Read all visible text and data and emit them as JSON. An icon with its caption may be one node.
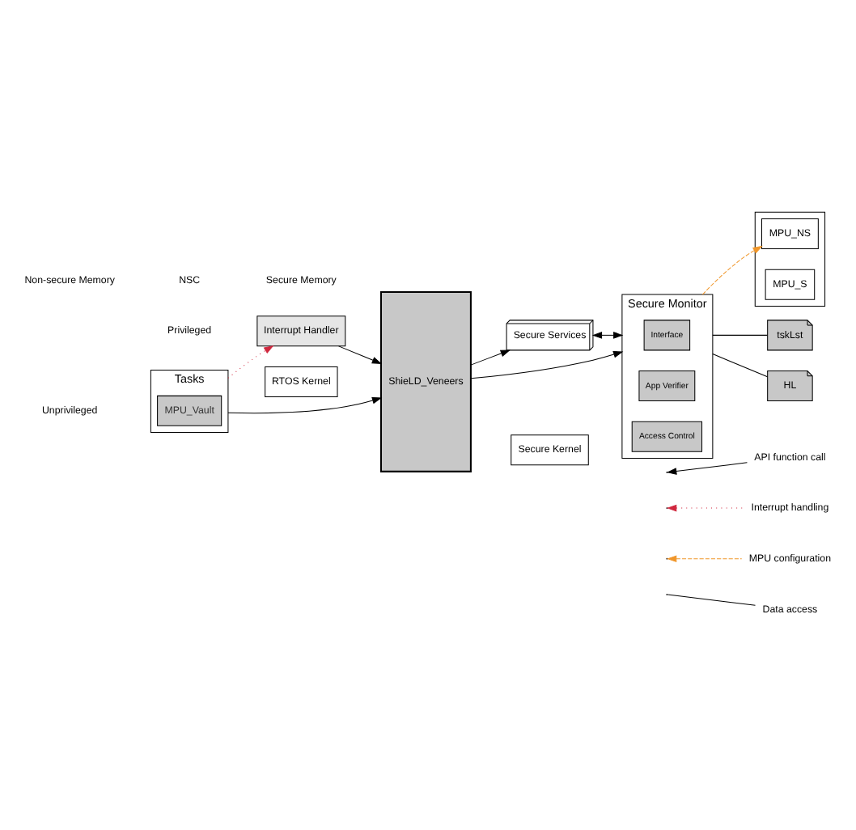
{
  "diagram": {
    "nodes": [
      {
        "text": [
          "Tasks"
        ]
      },
      {
        "text": [
          "MPU_Vault"
        ],
        "in": 0
      },
      {
        "text": [
          "ShieLD_Veneers"
        ]
      },
      {
        "text": [
          "Secure Services"
        ]
      },
      {
        "text": [
          "Interrupt Handler"
        ]
      },
      {
        "text": [
          "Secure Monitor"
        ]
      },
      {
        "text": [
          "Interface"
        ],
        "in": 5
      },
      {
        "text": [
          "App Verifier"
        ],
        "in": 5
      },
      {
        "text": [
          "Access Control"
        ],
        "in": 5
      },
      {
        "text": [
          "tskLst"
        ]
      },
      {
        "text": [
          "HL"
        ]
      },
      {
        "text": [
          "RTOS Kernel"
        ]
      },
      {
        "text": [
          "Secure Kernel"
        ]
      },
      {
        "text": [],
        "shape": "box"
      },
      {
        "text": [
          "MPU_NS"
        ],
        "in": 13
      },
      {
        "text": [
          "MPU_S"
        ],
        "in": 13
      }
    ],
    "edges": [
      {
        "from": 0,
        "to": 2,
        "arrow": "to"
      },
      {
        "from": 2,
        "to": 3,
        "arrow": "to"
      },
      {
        "from": 3,
        "to": 5,
        "arrow": "both"
      },
      {
        "from": 0,
        "to": 4,
        "arrow": "to",
        "style": "dashed",
        "color": "#d0273e"
      },
      {
        "from": 4,
        "to": 2,
        "arrow": "to"
      },
      {
        "from": 2,
        "to": 5,
        "arrow": "to"
      },
      {
        "from": 5,
        "to": 14,
        "arrow": "to",
        "style": "dashed",
        "color": "#f0962a"
      },
      {
        "from": 5,
        "to": 9,
        "arrow": "none"
      },
      {
        "from": 5,
        "to": 10,
        "arrow": "none"
      }
    ],
    "labels": [
      "Non-secure Memory",
      "NSC",
      "Secure Memory",
      "Unprivileged",
      "Privileged"
    ],
    "legend": [
      {
        "text": "API function call"
      },
      {
        "text": "Interrupt handling"
      },
      {
        "text": "MPU configuration"
      },
      {
        "text": "Data access"
      }
    ]
  }
}
